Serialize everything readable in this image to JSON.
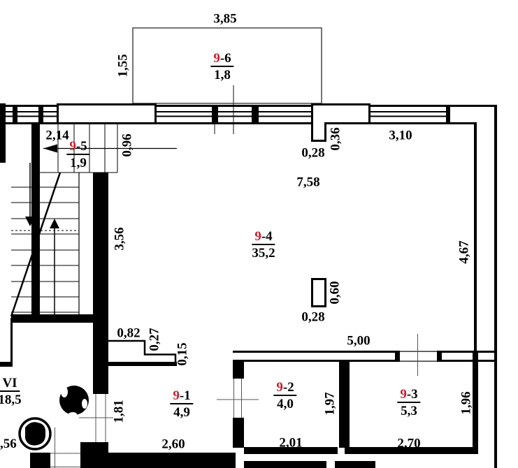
{
  "drawing": {
    "type": "apartment floor plan",
    "background_color": "#ffffff",
    "line_color": "#000000",
    "room_number_color": "#c81e2d"
  },
  "rooms": [
    {
      "id": "9-6",
      "num": "9",
      "suffix": "-6",
      "area": "1,8"
    },
    {
      "id": "9-5",
      "num": "9",
      "suffix": "-5",
      "area": "1,9"
    },
    {
      "id": "9-4",
      "num": "9",
      "suffix": "-4",
      "area": "35,2"
    },
    {
      "id": "9-1",
      "num": "9",
      "suffix": "-1",
      "area": "4,9"
    },
    {
      "id": "9-2",
      "num": "9",
      "suffix": "-2",
      "area": "4,0"
    },
    {
      "id": "9-3",
      "num": "9",
      "suffix": "-3",
      "area": "5,3"
    },
    {
      "id": "VI",
      "num": "",
      "suffix": "VI",
      "area": "18,5"
    }
  ],
  "dimensions": {
    "horizontal": {
      "balcony_width": "3,85",
      "stair_width": "2,14",
      "pier_width": "0,28",
      "window_right": "3,10",
      "room94_width": "7,58",
      "column_width": "0,28",
      "rooms_total_width": "5,00",
      "niche_width": "0,82",
      "room91_width": "2,60",
      "room92_width": "2,01",
      "room93_width": "2,70",
      "left_edge_cut": ",56"
    },
    "vertical": {
      "balcony_depth": "1,55",
      "room95_width": "0,96",
      "stair_length": "3,56",
      "pier_depth": "0,36",
      "room94_height": "4,67",
      "column_height": "0,60",
      "niche_step1": "0,27",
      "niche_step2": "0,15",
      "door_width": "1,81",
      "room92_height": "1,97",
      "room93_height": "1,96"
    }
  }
}
